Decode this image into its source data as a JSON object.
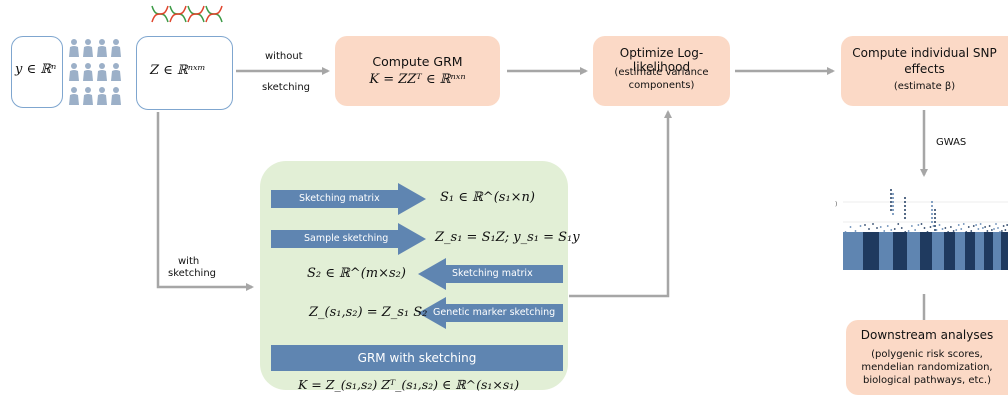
{
  "colors": {
    "peach_box": "#fbd9c6",
    "green_panel": "#e2efd6",
    "blue_arrow": "#5f85b1",
    "gray_arrow": "#a6a6a6",
    "person": "#9cb0c8",
    "bracket": "#7fa6cf"
  },
  "icons": [
    "dna-icon",
    "people-icon",
    "manhattan-plot-image"
  ],
  "inputs": {
    "y_label": "y ∈ ℝⁿ",
    "z_label": "Z ∈ ℝⁿˣᵐ"
  },
  "flow_labels": {
    "without": "without",
    "sketching": "sketching",
    "with": "with",
    "with_sketching": "sketching",
    "gwas": "GWAS"
  },
  "boxes": {
    "grm": {
      "title": "Compute GRM",
      "formula": "K = ZZᵀ ∈ ℝⁿˣⁿ"
    },
    "loglik": {
      "title": "Optimize Log-likelihood",
      "sub1": "(estimate variance",
      "sub2": "components)"
    },
    "snp": {
      "title1": "Compute individual SNP",
      "title2": "effects",
      "sub": "(estimate β)"
    },
    "downstream": {
      "title": "Downstream analyses",
      "sub1": "(polygenic risk scores,",
      "sub2": "mendelian randomization,",
      "sub3": "biological pathways, etc.)"
    }
  },
  "sketching_panel": {
    "arrow1": "Sketching matrix",
    "arrow2": "Sample sketching",
    "arrow3": "Sketching matrix",
    "arrow4": "Genetic marker sketching",
    "eq1": "S₁ ∈ ℝ^(s₁×n)",
    "eq2": "Z_s₁ = S₁Z; y_s₁ = S₁y",
    "eq3": "S₂ ∈ ℝ^(m×s₂)",
    "eq4": "Z_(s₁,s₂) = Z_s₁ S₂",
    "grm_bar": "GRM with sketching",
    "eq5": "K = Z_(s₁,s₂) Zᵀ_(s₁,s₂) ∈ ℝ^(s₁×s₁)"
  }
}
